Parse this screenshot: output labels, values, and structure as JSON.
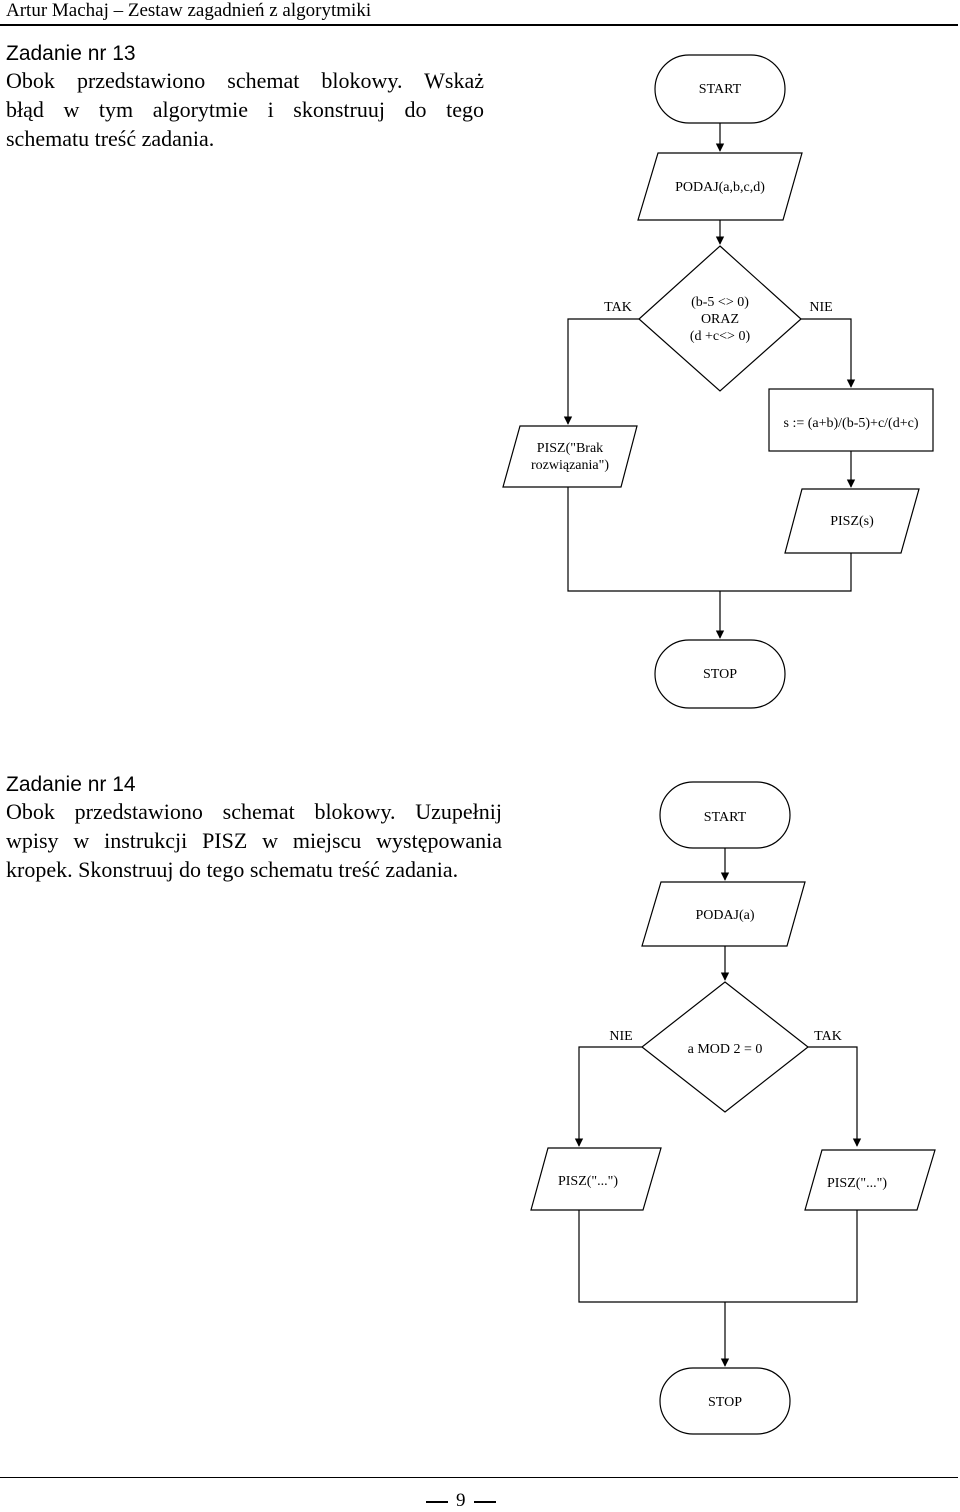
{
  "header": {
    "text": "Artur Machaj – Zestaw zagadnień z algorytmiki"
  },
  "task13": {
    "title": "Zadanie nr 13",
    "lines": [
      "Obok przedstawiono schemat blokowy. Wskaż",
      "błąd w tym algorytmie i skonstruuj do tego",
      "schematu treść zadania."
    ],
    "flow": {
      "start": "START",
      "input": "PODAJ(a,b,c,d)",
      "cond": [
        "(b-5 <> 0)",
        "ORAZ",
        "(d +c<> 0)"
      ],
      "yes": "TAK",
      "no": "NIE",
      "left_print": [
        "PISZ(\"Brak",
        "rozwiązania\")"
      ],
      "assign": "s := (a+b)/(b-5)+c/(d+c)",
      "right_print": "PISZ(s)",
      "stop": "STOP"
    }
  },
  "task14": {
    "title": "Zadanie nr 14",
    "lines": [
      "Obok przedstawiono schemat blokowy. Uzupełnij",
      "wpisy w instrukcji PISZ w miejscu występowania",
      "kropek. Skonstruuj do tego schematu treść zadania."
    ],
    "flow": {
      "start": "START",
      "input": "PODAJ(a)",
      "cond": "a MOD 2 = 0",
      "no": "NIE",
      "yes": "TAK",
      "left_print": "PISZ(\"...\")",
      "right_print": "PISZ(\"...\")",
      "stop": "STOP"
    }
  },
  "footer": {
    "page": "9"
  }
}
